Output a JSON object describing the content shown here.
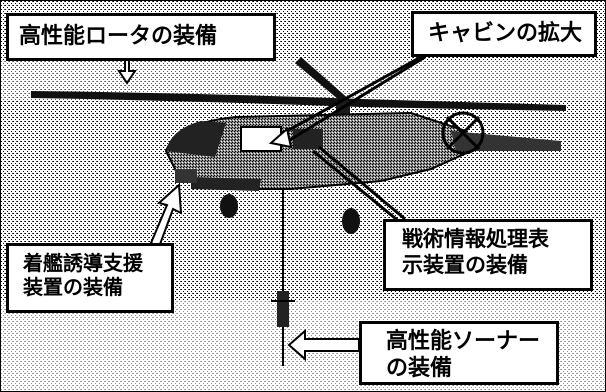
{
  "callouts": {
    "rotor": [
      "高性能ロータの装備"
    ],
    "cabin": [
      "キャビンの拡大"
    ],
    "tactical": [
      "戦術情報処理表",
      "示装置の装備"
    ],
    "guidance": [
      "着艦誘導支援",
      "装置の装備"
    ],
    "sonar": [
      "高性能ソーナー",
      "の装備"
    ]
  },
  "colors": {
    "ink": "#000000",
    "paper": "#ffffff",
    "dither_light": "#d9d9d9",
    "dither_dark": "#8a8a8a"
  }
}
